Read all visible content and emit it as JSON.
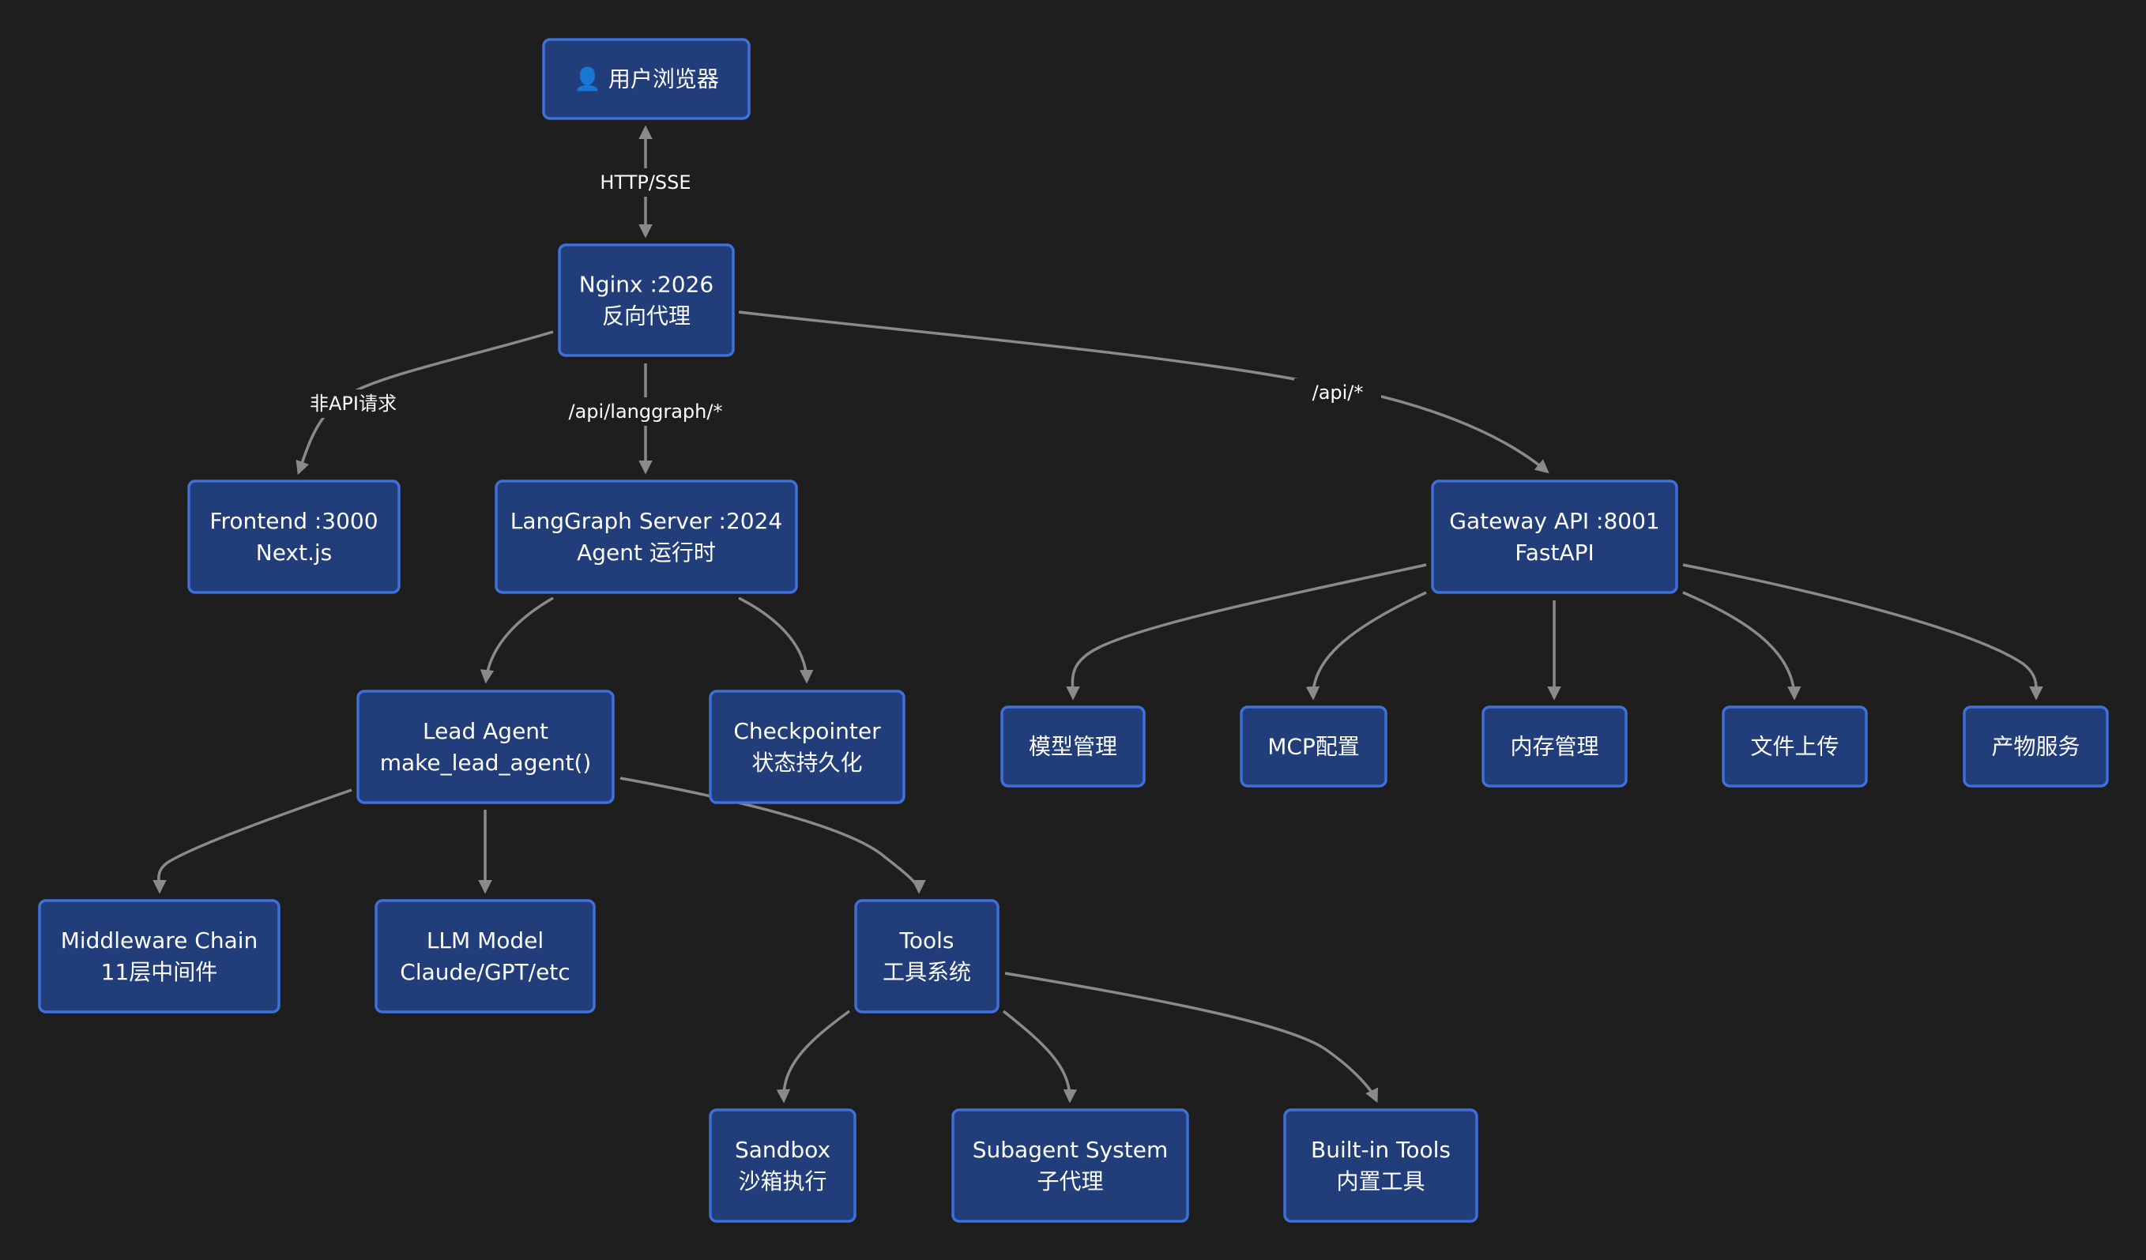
{
  "nodes": [
    {
      "id": "browser",
      "icon": "user-icon",
      "lines": [
        "👤 用户浏览器"
      ]
    },
    {
      "id": "nginx",
      "lines": [
        "Nginx :2026",
        "反向代理"
      ]
    },
    {
      "id": "frontend",
      "lines": [
        "Frontend :3000",
        "Next.js"
      ]
    },
    {
      "id": "langgraph",
      "lines": [
        "LangGraph Server :2024",
        "Agent 运行时"
      ]
    },
    {
      "id": "gateway",
      "lines": [
        "Gateway API :8001",
        "FastAPI"
      ]
    },
    {
      "id": "lead",
      "lines": [
        "Lead Agent",
        "make_lead_agent()"
      ]
    },
    {
      "id": "checkpointer",
      "lines": [
        "Checkpointer",
        "状态持久化"
      ]
    },
    {
      "id": "model-mgmt",
      "lines": [
        "模型管理"
      ]
    },
    {
      "id": "mcp",
      "lines": [
        "MCP配置"
      ]
    },
    {
      "id": "memory",
      "lines": [
        "内存管理"
      ]
    },
    {
      "id": "upload",
      "lines": [
        "文件上传"
      ]
    },
    {
      "id": "artifact",
      "lines": [
        "产物服务"
      ]
    },
    {
      "id": "middleware",
      "lines": [
        "Middleware Chain",
        "11层中间件"
      ]
    },
    {
      "id": "llm",
      "lines": [
        "LLM Model",
        "Claude/GPT/etc"
      ]
    },
    {
      "id": "tools",
      "lines": [
        "Tools",
        "工具系统"
      ]
    },
    {
      "id": "sandbox",
      "lines": [
        "Sandbox",
        "沙箱执行"
      ]
    },
    {
      "id": "subagent",
      "lines": [
        "Subagent System",
        "子代理"
      ]
    },
    {
      "id": "builtin",
      "lines": [
        "Built-in Tools",
        "内置工具"
      ]
    }
  ],
  "edges": [
    {
      "from": "nginx",
      "to": "browser",
      "label": "HTTP/SSE",
      "bidirectional": true
    },
    {
      "from": "nginx",
      "to": "frontend",
      "label": "非API请求"
    },
    {
      "from": "nginx",
      "to": "langgraph",
      "label": "/api/langgraph/*"
    },
    {
      "from": "nginx",
      "to": "gateway",
      "label": "/api/*"
    },
    {
      "from": "langgraph",
      "to": "lead",
      "label": ""
    },
    {
      "from": "langgraph",
      "to": "checkpointer",
      "label": ""
    },
    {
      "from": "gateway",
      "to": "model-mgmt",
      "label": ""
    },
    {
      "from": "gateway",
      "to": "mcp",
      "label": ""
    },
    {
      "from": "gateway",
      "to": "memory",
      "label": ""
    },
    {
      "from": "gateway",
      "to": "upload",
      "label": ""
    },
    {
      "from": "gateway",
      "to": "artifact",
      "label": ""
    },
    {
      "from": "lead",
      "to": "middleware",
      "label": ""
    },
    {
      "from": "lead",
      "to": "llm",
      "label": ""
    },
    {
      "from": "lead",
      "to": "tools",
      "label": ""
    },
    {
      "from": "tools",
      "to": "sandbox",
      "label": ""
    },
    {
      "from": "tools",
      "to": "subagent",
      "label": ""
    },
    {
      "from": "tools",
      "to": "builtin",
      "label": ""
    }
  ],
  "colors": {
    "background": "#1e1e1e",
    "node_fill": "#213e7a",
    "node_border": "#3f6fd8",
    "edge": "#8a8a8a",
    "text": "#ffffff"
  }
}
